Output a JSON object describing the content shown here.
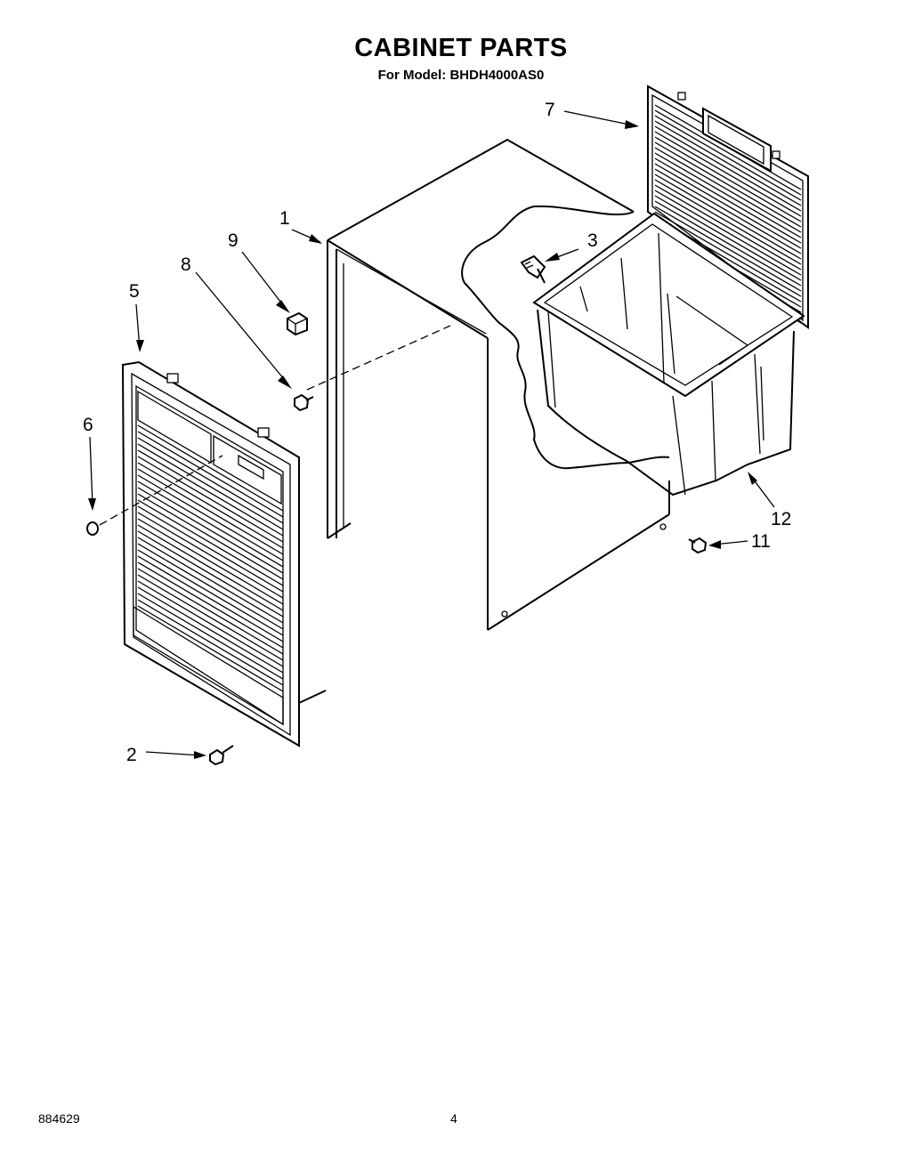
{
  "header": {
    "title": "CABINET PARTS",
    "subtitle": "For Model: BHDH4000AS0"
  },
  "callouts": [
    {
      "id": "1",
      "label": "1",
      "part": "cabinet-wrapper"
    },
    {
      "id": "2",
      "label": "2",
      "part": "screw"
    },
    {
      "id": "3",
      "label": "3",
      "part": "drain-fitting"
    },
    {
      "id": "5",
      "label": "5",
      "part": "front-grille-panel"
    },
    {
      "id": "6",
      "label": "6",
      "part": "plug"
    },
    {
      "id": "7",
      "label": "7",
      "part": "rear-grille"
    },
    {
      "id": "8",
      "label": "8",
      "part": "screw"
    },
    {
      "id": "9",
      "label": "9",
      "part": "bumper"
    },
    {
      "id": "11",
      "label": "11",
      "part": "screw"
    },
    {
      "id": "12",
      "label": "12",
      "part": "water-bucket"
    }
  ],
  "footer": {
    "doc_number": "884629",
    "page_number": "4"
  }
}
